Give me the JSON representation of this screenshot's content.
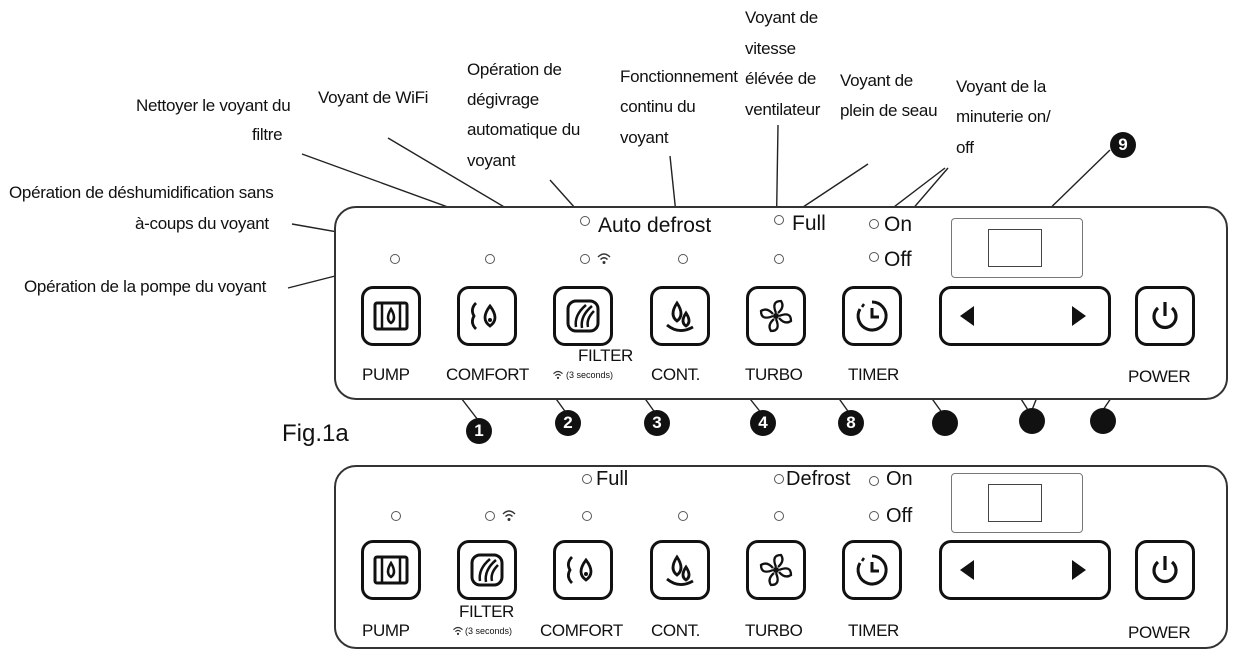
{
  "figure_label": "Fig.1a",
  "callouts": {
    "pump": "Opération de la pompe du voyant",
    "comfort": [
      "Opération de déshumidification sans",
      "à-coups du voyant"
    ],
    "filter": [
      "Nettoyer le voyant du",
      "filtre"
    ],
    "wifi": "Voyant de WiFi",
    "defrost": [
      "Opération de",
      "dégivrage",
      "automatique du",
      "voyant"
    ],
    "cont": [
      "Fonctionnement",
      "continu du",
      "voyant"
    ],
    "turbo": [
      "Voyant de",
      "vitesse",
      "élévée de",
      "ventilateur"
    ],
    "full": [
      "Voyant de",
      "plein de seau"
    ],
    "timer": [
      "Voyant de la",
      "minuterie on/",
      "off"
    ]
  },
  "panel_a": {
    "auto_defrost": "Auto defrost",
    "full": "Full",
    "on": "On",
    "off": "Off",
    "buttons": [
      "PUMP",
      "COMFORT",
      "FILTER",
      "CONT.",
      "TURBO",
      "TIMER",
      "POWER"
    ],
    "filter_sub": "(3 seconds)",
    "numbers": [
      "1",
      "2",
      "3",
      "4",
      "8",
      "",
      "",
      "",
      "9"
    ]
  },
  "panel_b": {
    "full": "Full",
    "defrost": "Defrost",
    "on": "On",
    "off": "Off",
    "buttons": [
      "PUMP",
      "FILTER",
      "COMFORT",
      "CONT.",
      "TURBO",
      "TIMER",
      "POWER"
    ],
    "filter_sub": "(3 seconds)"
  },
  "icons": [
    "pump-icon",
    "comfort-drop-icon",
    "filter-icon",
    "cont-drops-icon",
    "turbo-fan-icon",
    "timer-clock-icon",
    "left-arrow-icon",
    "right-arrow-icon",
    "power-icon",
    "wifi-icon"
  ]
}
